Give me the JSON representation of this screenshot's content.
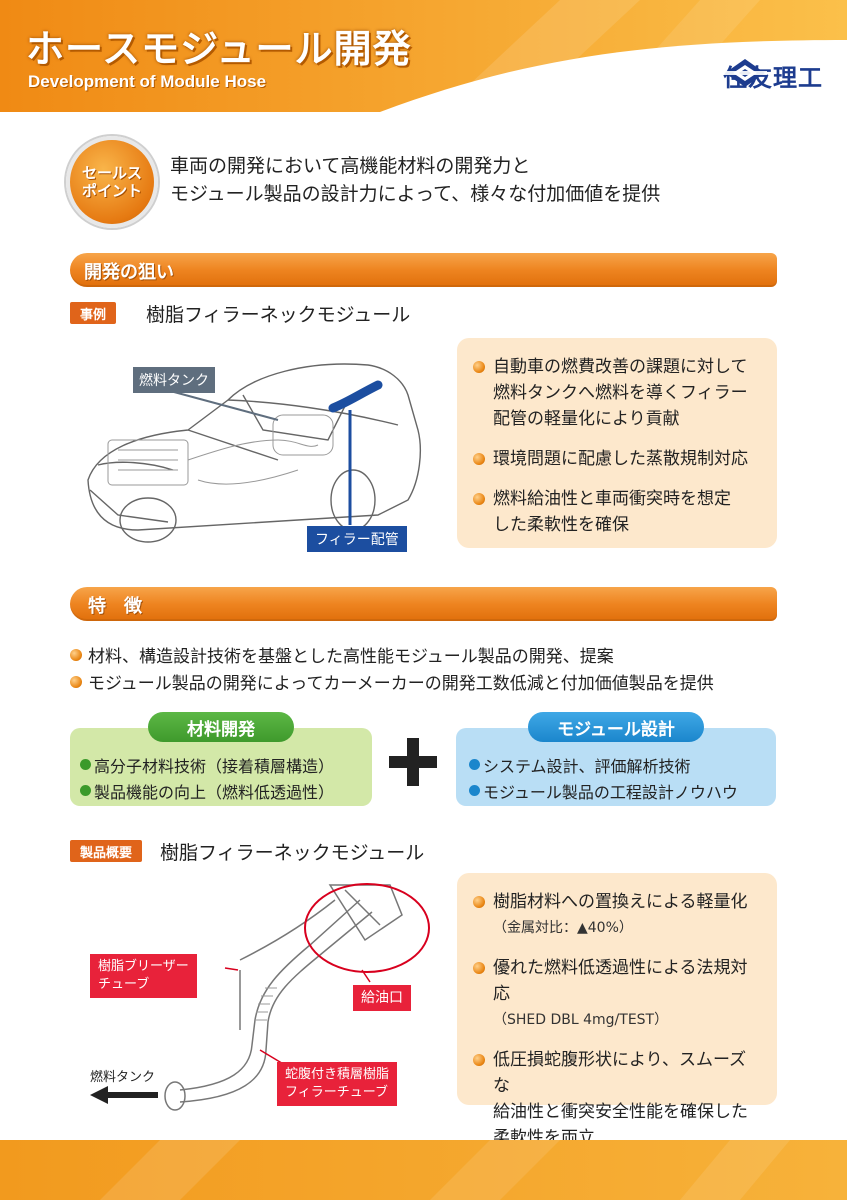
{
  "header": {
    "title_jp": "ホースモジュール開発",
    "title_en": "Development of Module Hose",
    "logo_text": "住友理工"
  },
  "sales_point": {
    "badge_line1": "セールス",
    "badge_line2": "ポイント",
    "line1": "車両の開発において高機能材料の開発力と",
    "line2": "モジュール製品の設計力によって、様々な付加価値を提供"
  },
  "section1": {
    "title": "開発の狙い",
    "tag": "事例",
    "tag_title": "樹脂フィラーネックモジュール",
    "callout_tank": "燃料タンク",
    "callout_filler": "フィラー配管",
    "bullets": [
      [
        "自動車の燃費改善の課題に対して",
        "燃料タンクへ燃料を導くフィラー",
        "配管の軽量化により貢献"
      ],
      [
        "環境問題に配慮した蒸散規制対応"
      ],
      [
        "燃料給油性と車両衝突時を想定",
        "した柔軟性を確保"
      ]
    ]
  },
  "section2": {
    "title": "特　徴",
    "features": [
      "材料、構造設計技術を基盤とした高性能モジュール製品の開発、提案",
      "モジュール製品の開発によってカーメーカーの開発工数低減と付加価値製品を提供"
    ],
    "material": {
      "title": "材料開発",
      "items": [
        "高分子材料技術（接着積層構造）",
        "製品機能の向上（燃料低透過性）"
      ]
    },
    "module": {
      "title": "モジュール設計",
      "items": [
        "システム設計、評価解析技術",
        "モジュール製品の工程設計ノウハウ"
      ]
    },
    "tag": "製品概要",
    "tag_title": "樹脂フィラーネックモジュール",
    "callout_breather_1": "樹脂ブリーザー",
    "callout_breather_2": "チューブ",
    "callout_inlet": "給油口",
    "callout_tube_1": "蛇腹付き積層樹脂",
    "callout_tube_2": "フィラーチューブ",
    "label_tank": "燃料タンク",
    "bullets": [
      {
        "main": "樹脂材料への置換えによる軽量化",
        "sub": "（金属対比：▲40%）"
      },
      {
        "main": "優れた燃料低透過性による法規対応",
        "sub": "（SHED DBL 4mg/TEST）"
      },
      {
        "lines": [
          "低圧損蛇腹形状により、スムーズな",
          "給油性と衝突安全性能を確保した",
          "柔軟性を両立"
        ]
      }
    ]
  },
  "colors": {
    "orange": "#ee8420",
    "logo_blue": "#1d3c8f",
    "filler_blue": "#1c4ea0",
    "callout_red": "#e8223a"
  }
}
